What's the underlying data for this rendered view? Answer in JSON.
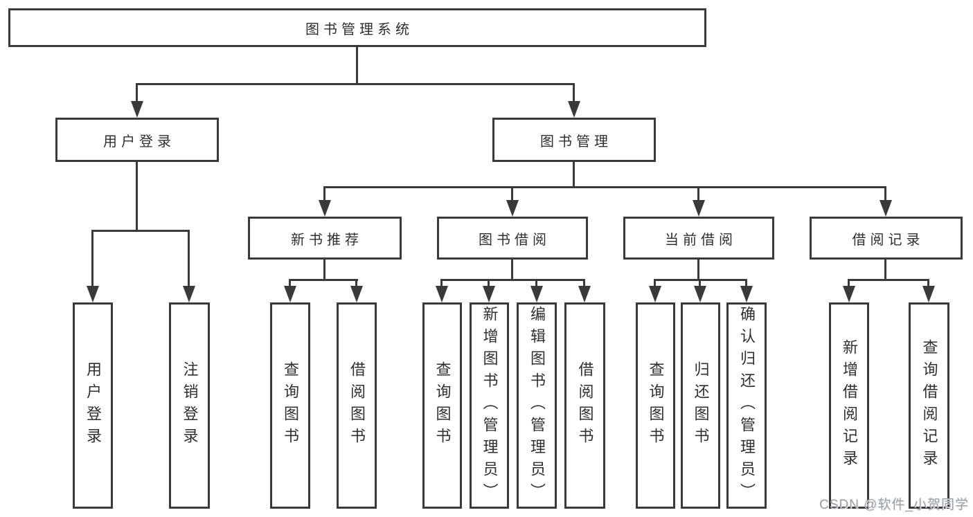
{
  "tree": {
    "root": "图书管理系统",
    "branches": [
      {
        "label": "用户登录",
        "leaves": [
          "用户登录",
          "注销登录"
        ]
      },
      {
        "label": "图书管理",
        "sections": [
          {
            "label": "新书推荐",
            "leaves": [
              "查询图书",
              "借阅图书"
            ]
          },
          {
            "label": "图书借阅",
            "leaves": [
              "查询图书",
              "新增图书（管理员）",
              "编辑图书（管理员）",
              "借阅图书"
            ]
          },
          {
            "label": "当前借阅",
            "leaves": [
              "查询图书",
              "归还图书",
              "确认归还（管理员）"
            ]
          },
          {
            "label": "借阅记录",
            "leaves": [
              "新增借阅记录",
              "查询借阅记录"
            ]
          }
        ]
      }
    ]
  },
  "watermark": "CSDN @软件_小贺同学",
  "colors": {
    "line": "#3a3a3a",
    "text": "#2f2f2f",
    "watermark": "#9aa0a8",
    "background": "#ffffff"
  }
}
